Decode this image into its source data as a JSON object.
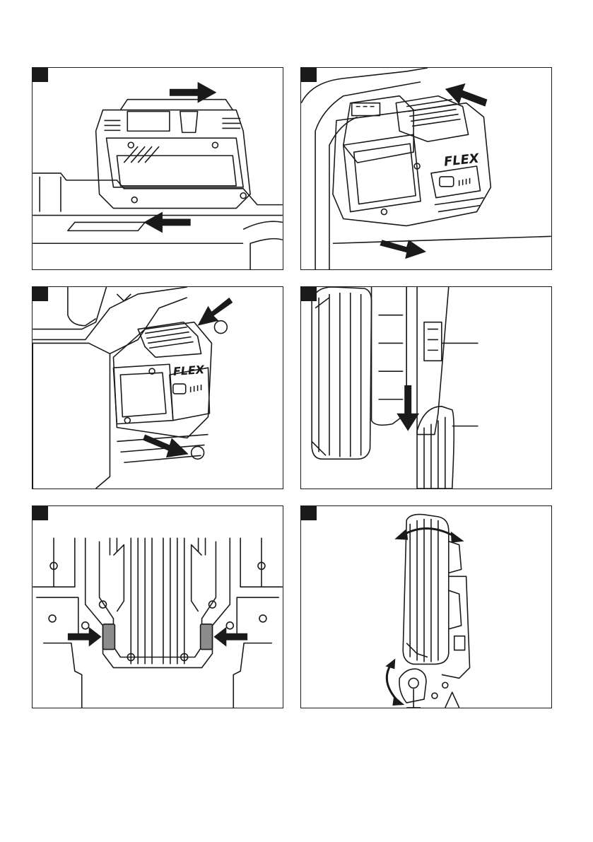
{
  "brand": {
    "logo_text": "FLEX"
  },
  "figures": [
    {
      "id": "fig-1",
      "callouts": []
    },
    {
      "id": "fig-2",
      "callouts": []
    },
    {
      "id": "fig-3",
      "callouts": []
    },
    {
      "id": "fig-4",
      "callouts": []
    },
    {
      "id": "fig-5",
      "callouts": []
    },
    {
      "id": "fig-6",
      "callouts": []
    }
  ],
  "colors": {
    "line": "#1a1a1a",
    "latch_fill": "#8c8c8c",
    "background": "#ffffff"
  }
}
